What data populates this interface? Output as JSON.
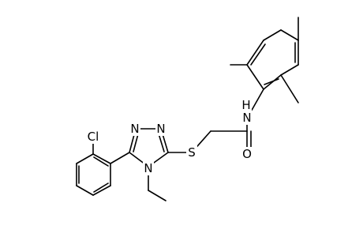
{
  "molecule": {
    "atoms": {
      "cl": "Cl",
      "n1": "N",
      "n2": "N",
      "n4": "N",
      "s": "S",
      "o": "O",
      "nh": "N",
      "h": "H"
    }
  }
}
